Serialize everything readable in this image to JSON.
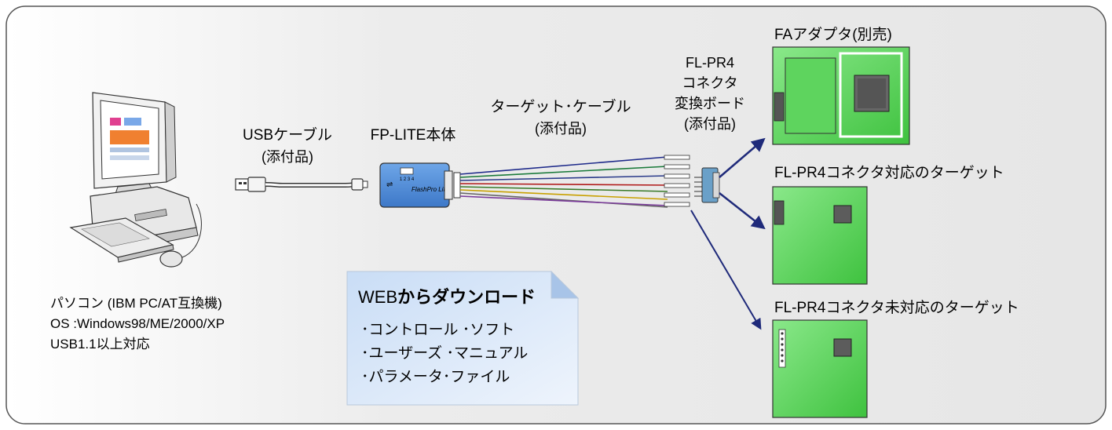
{
  "pc": {
    "name_line": "パソコン (IBM PC/AT互換機)",
    "os_line": "OS :Windows98/ME/2000/XP",
    "usb_line": "USB1.1以上対応"
  },
  "usb_cable": {
    "title": "USBケーブル",
    "note": "(添付品)"
  },
  "main_unit": {
    "title": "FP-LITE本体",
    "chip_text": "1 2 3 4",
    "product_logo": "FlashPro Lite"
  },
  "target_cable": {
    "title": "ターゲット･ケーブル",
    "note": "(添付品)"
  },
  "converter": {
    "line1": "FL-PR4",
    "line2": "コネクタ",
    "line3": "変換ボード",
    "line4": "(添付品)"
  },
  "targets": {
    "fa_adapter": "FAアダプタ(別売)",
    "supported": "FL-PR4コネクタ対応のターゲット",
    "unsupported": "FL-PR4コネクタ未対応のターゲット"
  },
  "download": {
    "title_prefix": "WEB",
    "title_bold": "からダウンロード",
    "items": [
      "･コントロール ･ソフト",
      "･ユーザーズ ･マニュアル",
      "･パラメータ･ファイル"
    ]
  },
  "colors": {
    "panel_bg": "#ececec",
    "board_green": "#58d258",
    "arrow_navy": "#1f2a7a",
    "unit_blue": "#4f8bd6",
    "note_blue": "#dbe8f8"
  },
  "icons": [
    "desktop-computer-icon",
    "usb-cable-icon",
    "flashpro-lite-unit-icon",
    "ribbon-cable-icon",
    "connector-board-icon",
    "target-board-icon"
  ]
}
